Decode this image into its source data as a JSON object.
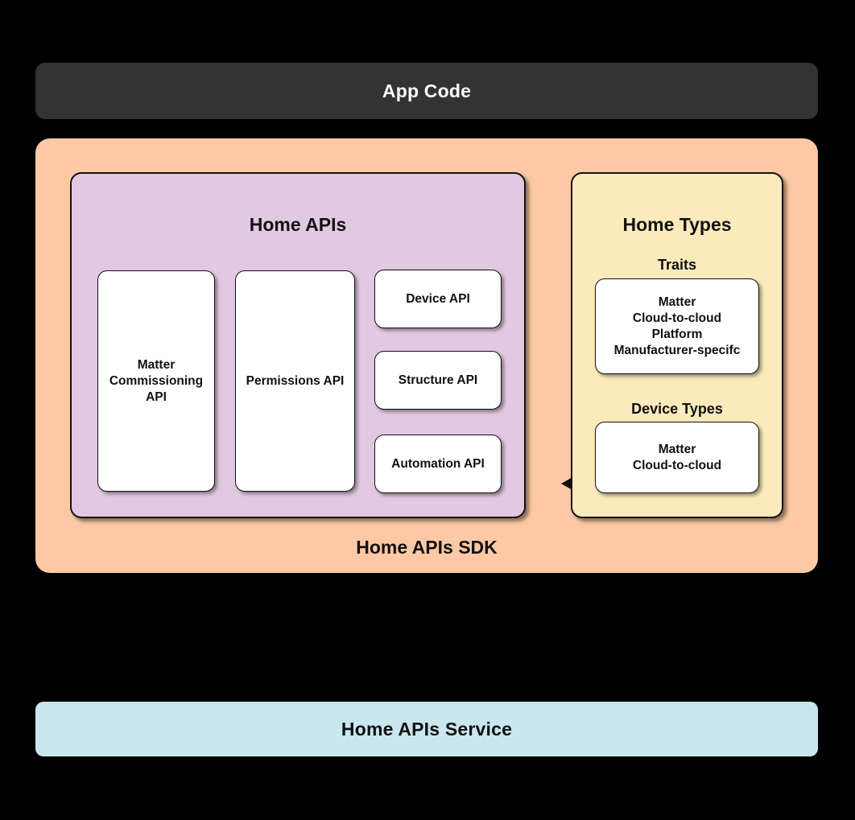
{
  "app_code": {
    "label": "App Code"
  },
  "sdk": {
    "label": "Home APIs SDK",
    "home_apis": {
      "title": "Home APIs",
      "matter_commissioning": "Matter Commissioning API",
      "permissions": "Permissions API",
      "device": "Device API",
      "structure": "Structure API",
      "automation": "Automation API"
    },
    "home_types": {
      "title": "Home Types",
      "traits": {
        "label": "Traits",
        "items": [
          "Matter",
          "Cloud-to-cloud",
          "Platform",
          "Manufacturer-specifc"
        ]
      },
      "device_types": {
        "label": "Device Types",
        "items": [
          "Matter",
          "Cloud-to-cloud"
        ]
      }
    }
  },
  "service": {
    "label": "Home APIs Service"
  },
  "colors": {
    "background": "#000000",
    "app_code_bg": "#333333",
    "sdk_bg": "#fdc9a4",
    "home_apis_bg": "#e2c9e2",
    "home_types_bg": "#fbeabb",
    "service_bg": "#c9e7ef",
    "card_bg": "#ffffff",
    "border": "#111111"
  }
}
